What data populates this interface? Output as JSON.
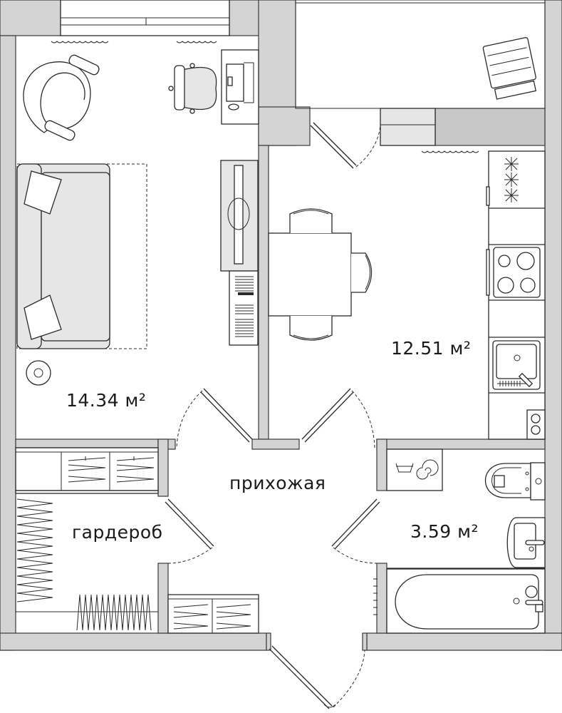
{
  "rooms": {
    "living_area": "14.34 м²",
    "kitchen_area": "12.51 м²",
    "hallway_label": "прихожая",
    "wardrobe_label": "гардероб",
    "bathroom_area": "3.59 м²"
  },
  "colors": {
    "wall_fill": "#d4d4d4",
    "line": "#2b2b2b",
    "furniture_grey": "#e6e6e6"
  }
}
